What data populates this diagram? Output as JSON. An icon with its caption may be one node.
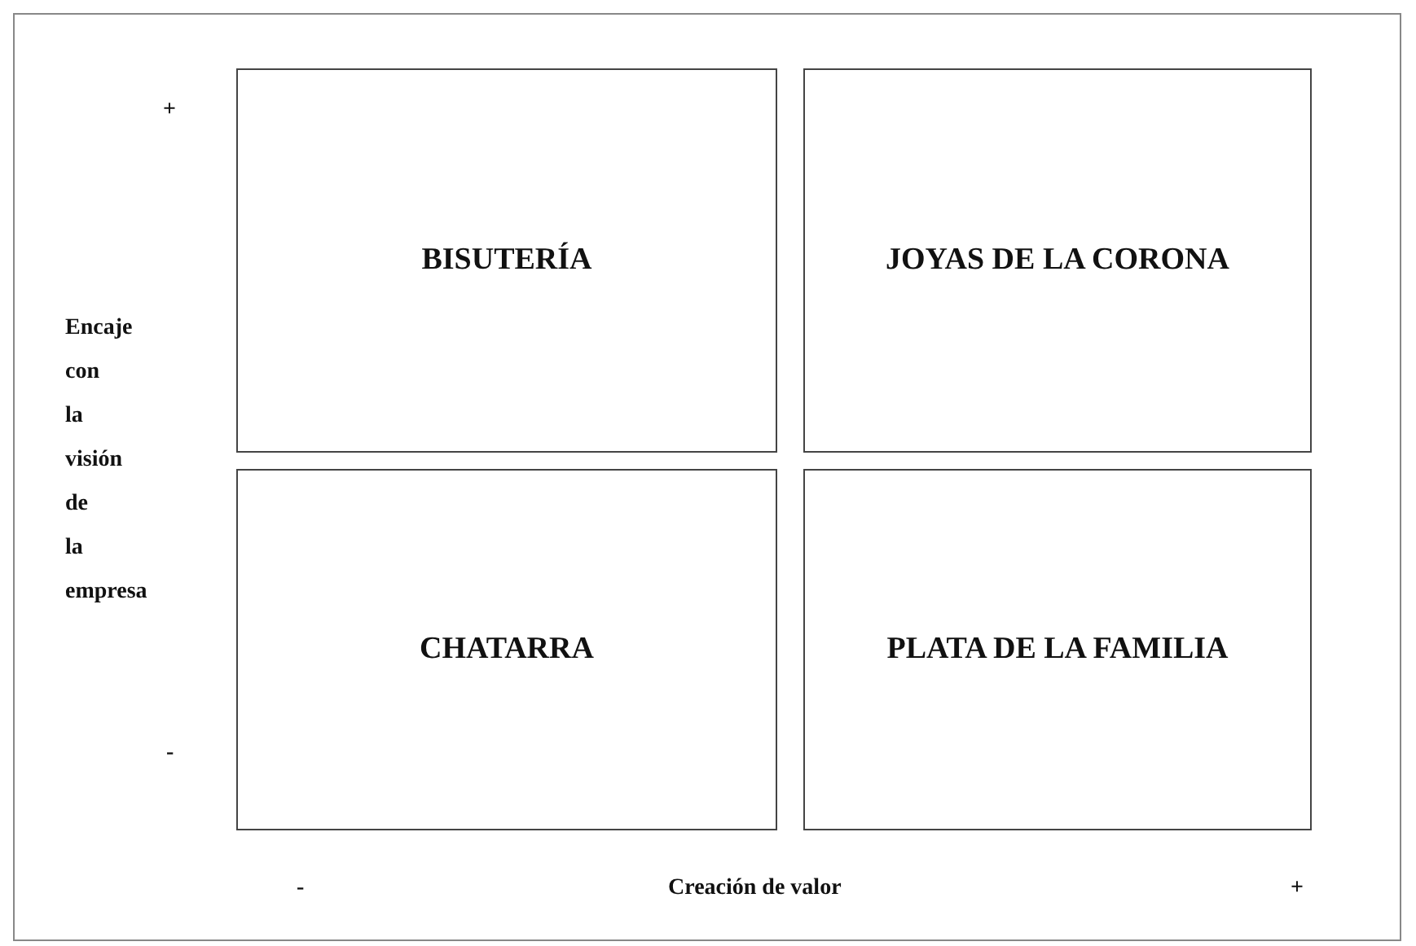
{
  "diagram": {
    "nodes": [
      {
        "text": [
          "BISUTERÍA"
        ]
      },
      {
        "text": [
          "JOYAS DE LA CORONA"
        ]
      },
      {
        "text": [
          "CHATARRA"
        ]
      },
      {
        "text": [
          "PLATA DE LA FAMILIA"
        ]
      }
    ],
    "labels": [
      "+",
      "Encaje con la visión de la empresa",
      "-",
      "-",
      "Creación de valor",
      "+"
    ]
  }
}
